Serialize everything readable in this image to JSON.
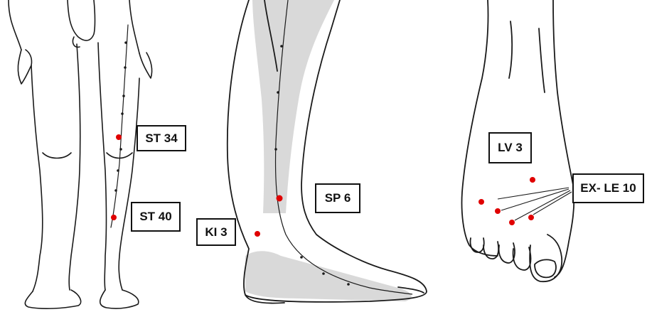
{
  "labels": {
    "st34": "ST 34",
    "st40": "ST 40",
    "ki3": "KI 3",
    "sp6": "SP 6",
    "lv3": "LV 3",
    "exle10": "EX- LE 10"
  },
  "colors": {
    "point": "#e00000",
    "outline": "#1a1a1a",
    "bone": "#d9d9d9"
  }
}
